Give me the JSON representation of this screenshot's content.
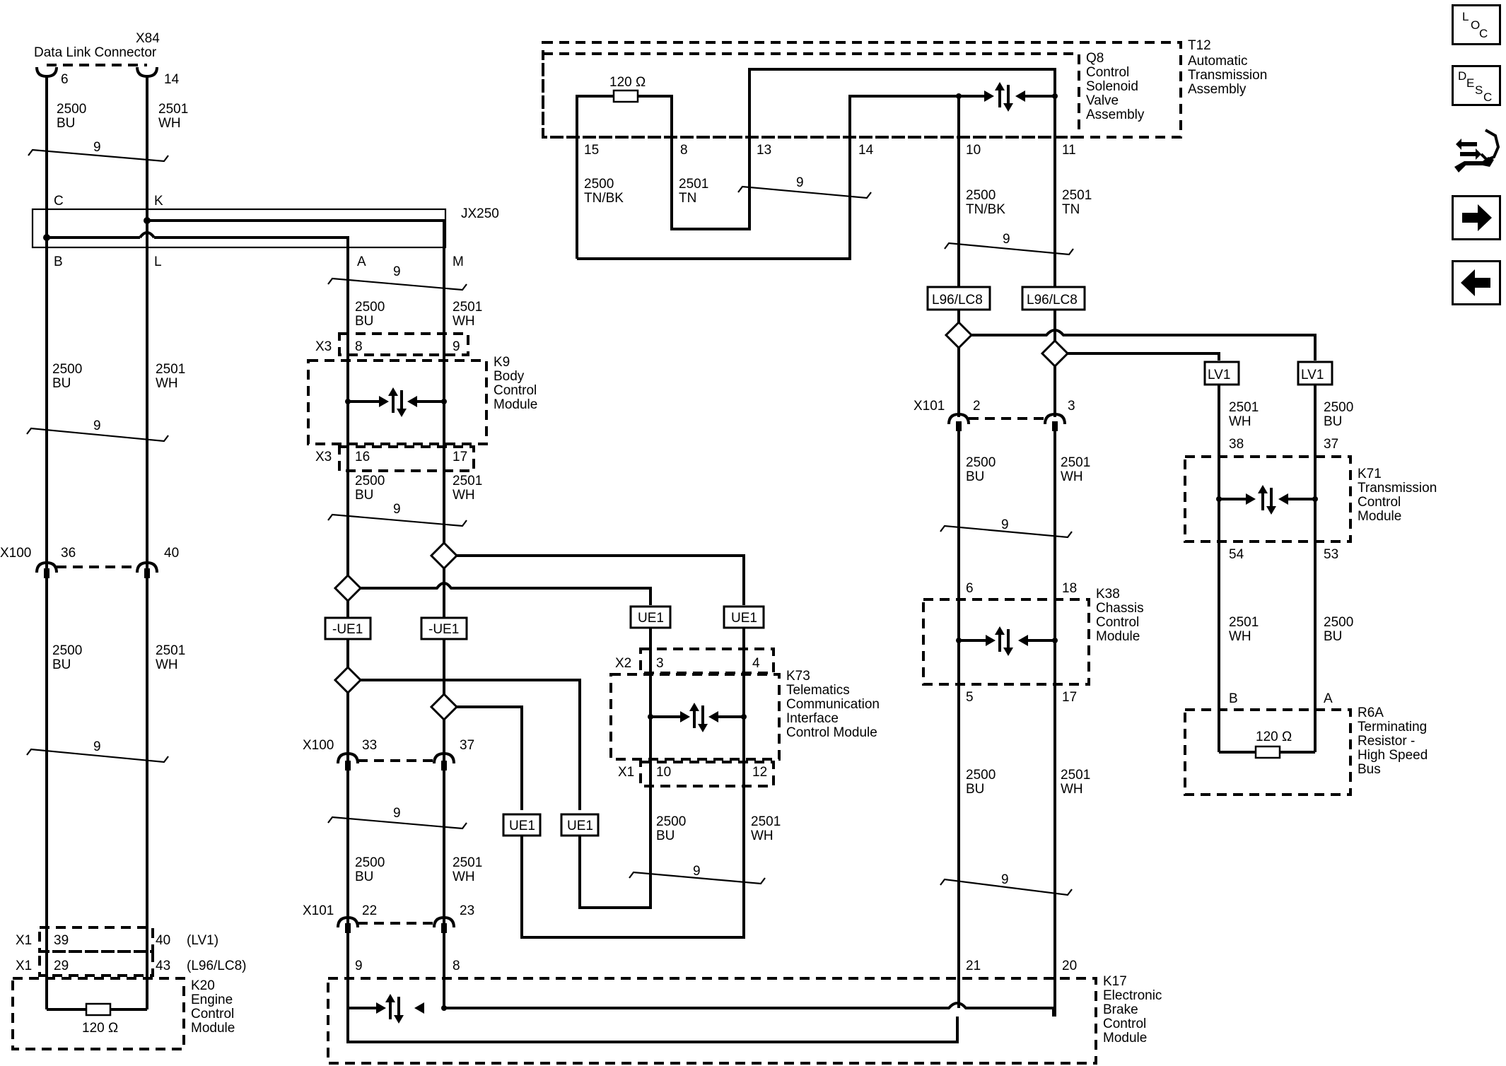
{
  "data_link_connector": {
    "id": "X84",
    "label": "Data Link Connector",
    "pin_low": "6",
    "pin_high": "14"
  },
  "wires": {
    "bu": {
      "circuit": "2500",
      "color": "BU"
    },
    "wh": {
      "circuit": "2501",
      "color": "WH"
    },
    "tnbk": {
      "circuit": "2500",
      "color": "TN/BK"
    },
    "tn": {
      "circuit": "2501",
      "color": "TN"
    },
    "twist": "9"
  },
  "splice": {
    "id": "JX250",
    "pins": [
      "C",
      "K",
      "B",
      "L",
      "A",
      "M"
    ]
  },
  "k9": {
    "id": "K9",
    "name": [
      "Body",
      "Control",
      "Module"
    ],
    "conn_top": "X3",
    "pin1": "8",
    "pin2": "9",
    "conn_bot": "X3",
    "pin3": "16",
    "pin4": "17"
  },
  "x100_left": {
    "id": "X100",
    "pin1": "36",
    "pin2": "40"
  },
  "k20": {
    "id": "K20",
    "name": [
      "Engine",
      "Control",
      "Module"
    ],
    "conn1": "X1",
    "pins1": [
      "39",
      "40"
    ],
    "opt1": "(LV1)",
    "conn2": "X1",
    "pins2": [
      "29",
      "43"
    ],
    "opt2": "(L96/LC8)",
    "resistor": "120 Ω"
  },
  "options": {
    "not_ue1": "-UE1",
    "ue1": "UE1",
    "lv1": "LV1",
    "l96": "L96/LC8"
  },
  "x100_mid": {
    "id": "X100",
    "pin1": "33",
    "pin2": "37"
  },
  "x101_mid": {
    "id": "X101",
    "pin1": "22",
    "pin2": "23"
  },
  "k73": {
    "id": "K73",
    "name": [
      "Telematics",
      "Communication",
      "Interface",
      "Control Module"
    ],
    "conn_top": "X2",
    "pin1": "3",
    "pin2": "4",
    "conn_bot": "X1",
    "pin3": "10",
    "pin4": "12"
  },
  "k17": {
    "id": "K17",
    "name": [
      "Electronic",
      "Brake",
      "Control",
      "Module"
    ],
    "pins": [
      "9",
      "8",
      "21",
      "20"
    ]
  },
  "q8": {
    "id": "Q8",
    "name": [
      "Control",
      "Solenoid",
      "Valve",
      "Assembly"
    ],
    "pins": [
      "15",
      "8",
      "13",
      "14",
      "10",
      "11"
    ],
    "resistor": "120 Ω"
  },
  "t12": {
    "id": "T12",
    "name": [
      "Automatic",
      "Transmission",
      "Assembly"
    ]
  },
  "x101_right": {
    "id": "X101",
    "pin1": "2",
    "pin2": "3"
  },
  "k38": {
    "id": "K38",
    "name": [
      "Chassis",
      "Control",
      "Module"
    ],
    "pins": [
      "6",
      "18",
      "5",
      "17"
    ]
  },
  "k71": {
    "id": "K71",
    "name": [
      "Transmission",
      "Control",
      "Module"
    ],
    "pins": [
      "38",
      "37",
      "54",
      "53"
    ]
  },
  "r6a": {
    "id": "R6A",
    "name": [
      "Terminating",
      "Resistor -",
      "High Speed",
      "Bus"
    ],
    "pins": [
      "B",
      "A"
    ],
    "resistor": "120 Ω"
  },
  "side_nav": {
    "loc": {
      "l": "L",
      "o": "O",
      "c": "C"
    },
    "desc": {
      "d": "D",
      "e": "E",
      "s": "S",
      "c": "C"
    }
  }
}
